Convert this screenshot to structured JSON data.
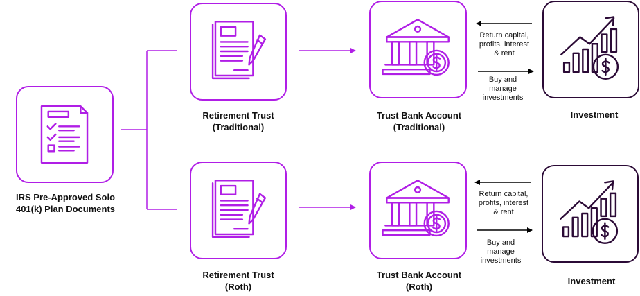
{
  "colors": {
    "accent": "#b01ee6",
    "dark": "#2b0a36",
    "arrow": "#000000"
  },
  "source": {
    "label_line1": "IRS Pre-Approved Solo",
    "label_line2": "401(k) Plan Documents",
    "icon": "document-checklist-icon"
  },
  "rows": [
    {
      "trust": {
        "line1": "Retirement Trust",
        "line2": "(Traditional)",
        "icon": "document-pen-icon"
      },
      "bank": {
        "line1": "Trust Bank Account",
        "line2": "(Traditional)",
        "icon": "bank-dollar-icon"
      },
      "return_text": {
        "line1": "Return capital,",
        "line2": "profits, interest",
        "line3": "& rent"
      },
      "buy_text": {
        "line1": "Buy and",
        "line2": "manage",
        "line3": "investments"
      },
      "investment": {
        "label": "Investment",
        "icon": "growth-chart-dollar-icon"
      }
    },
    {
      "trust": {
        "line1": "Retirement Trust",
        "line2": "(Roth)",
        "icon": "document-pen-icon"
      },
      "bank": {
        "line1": "Trust Bank Account",
        "line2": "(Roth)",
        "icon": "bank-dollar-icon"
      },
      "return_text": {
        "line1": "Return capital,",
        "line2": "profits, interest",
        "line3": "& rent"
      },
      "buy_text": {
        "line1": "Buy and",
        "line2": "manage",
        "line3": "investments"
      },
      "investment": {
        "label": "Investment",
        "icon": "growth-chart-dollar-icon"
      }
    }
  ]
}
